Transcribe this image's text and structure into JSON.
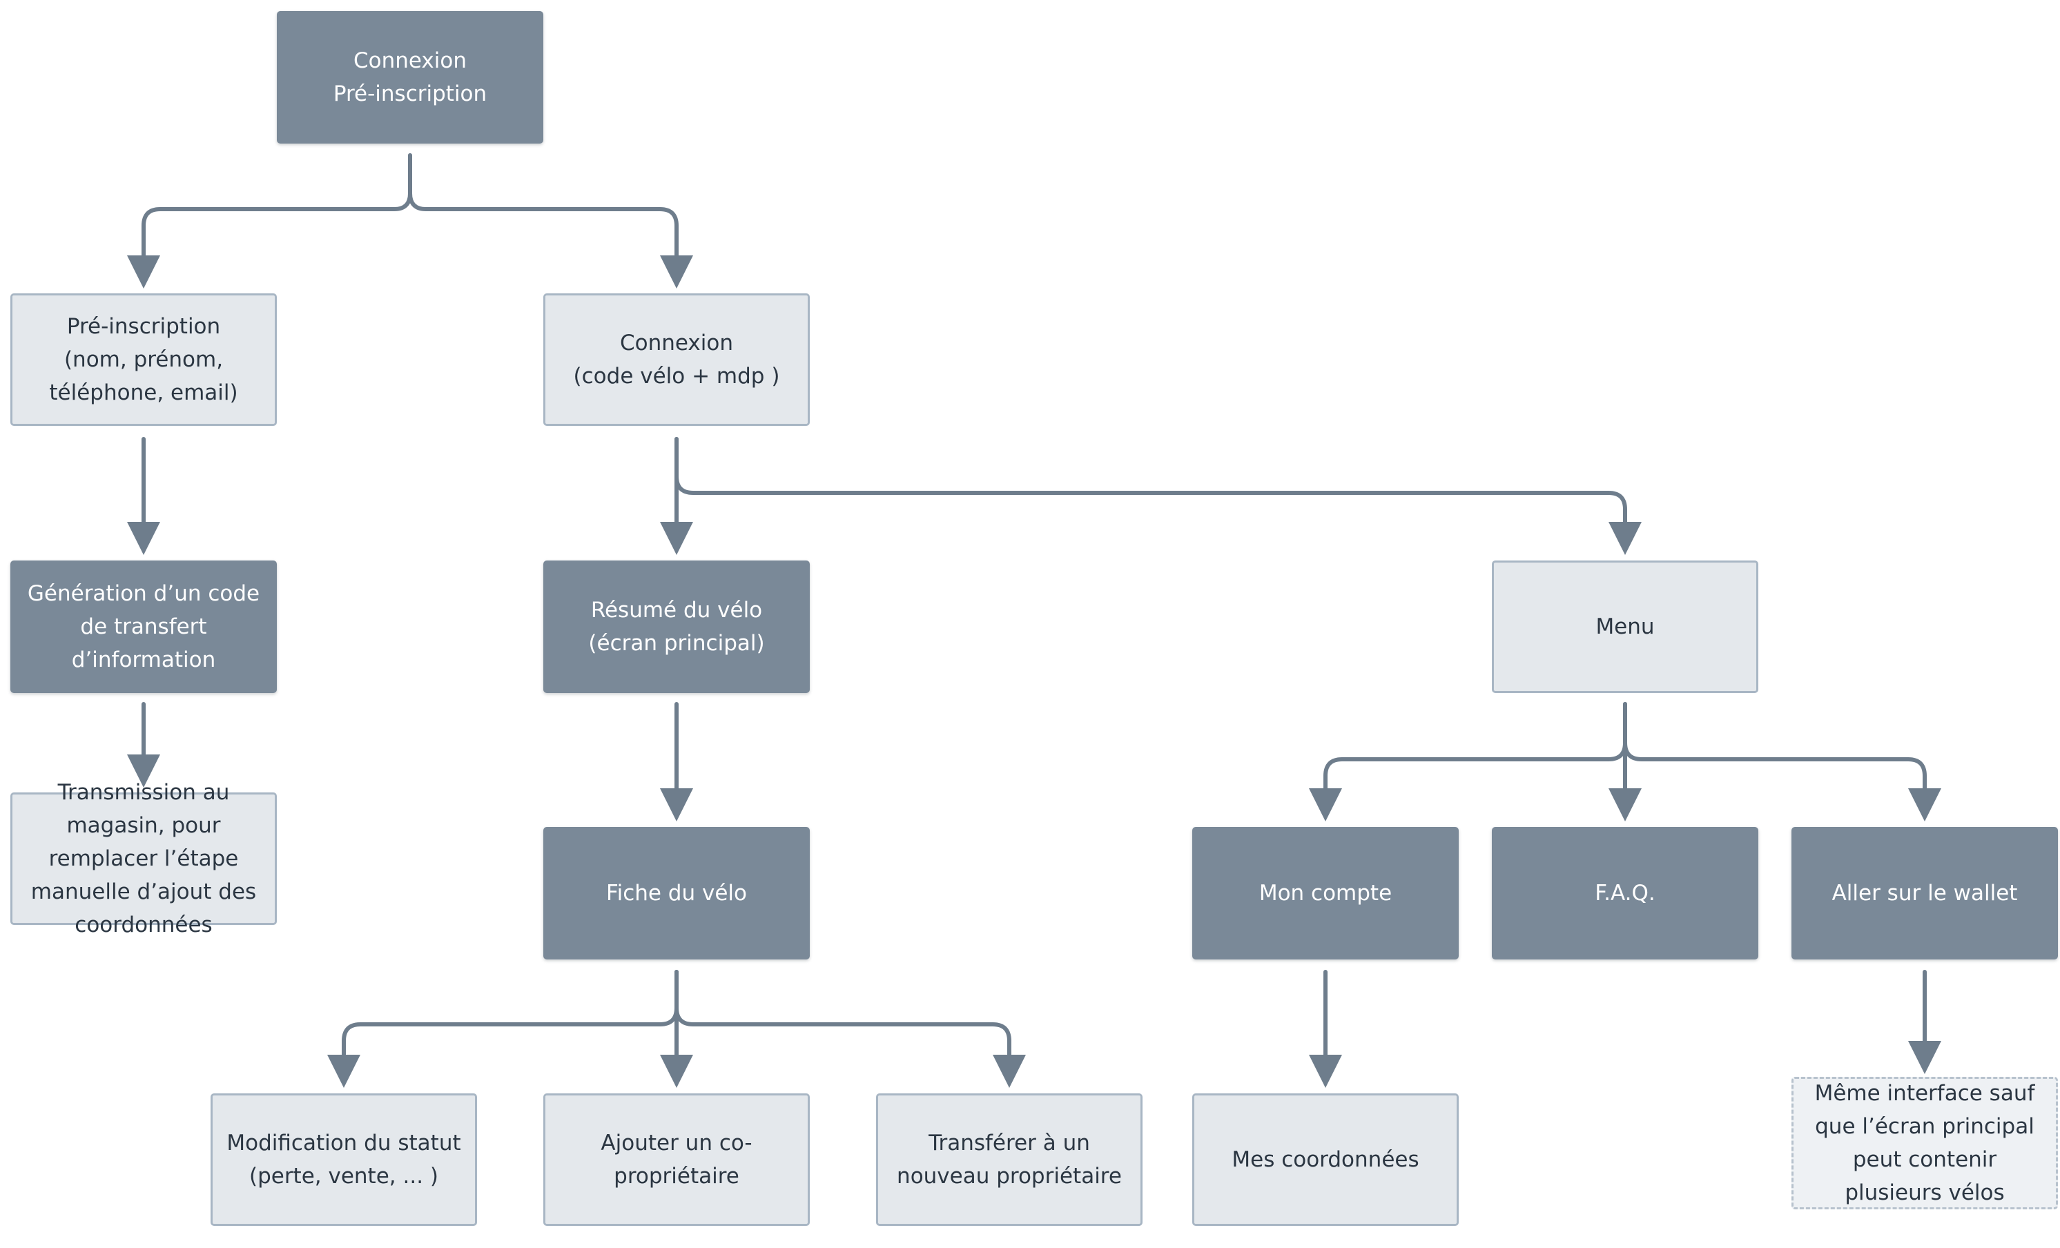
{
  "diagram": {
    "nodes": {
      "root": "Connexion\nPré-inscription",
      "preinscription": "Pré-inscription\n(nom, prénom,\ntéléphone, email)",
      "connexion": "Connexion\n(code vélo + mdp )",
      "generation": "Génération d’un code\nde transfert\nd’information",
      "resume": "Résumé du vélo\n(écran principal)",
      "menu": "Menu",
      "transmission": "Transmission au\nmagasin, pour\nremplacer l’étape\nmanuelle d’ajout des\ncoordonnées",
      "fiche": "Fiche du vélo",
      "moncompte": "Mon compte",
      "faq": "F.A.Q.",
      "wallet": "Aller sur le wallet",
      "modification": "Modification du statut\n(perte, vente, ... )",
      "ajouter": "Ajouter un co-\npropriétaire",
      "transferer": "Transférer à un\nnouveau propriétaire",
      "coordonnees": "Mes coordonnées",
      "meme": "Même interface sauf\nque l’écran principal\npeut contenir\nplusieurs vélos"
    }
  },
  "colors": {
    "dark_box": "#7a8998",
    "light_box": "#e4e8ec",
    "light_border": "#a8b6c4",
    "connector": "#6e7d8c"
  }
}
